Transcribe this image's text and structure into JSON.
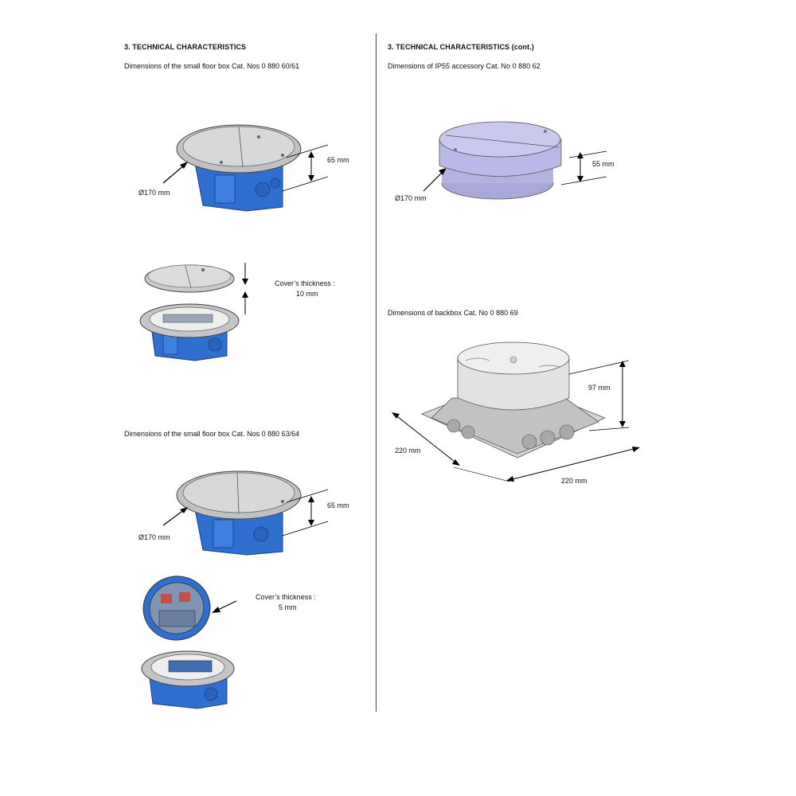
{
  "left": {
    "heading": "3. TECHNICAL CHARACTERISTICS",
    "caption1": "Dimensions of the small floor box Cat. Nos 0 880 60/61",
    "fig1": {
      "diameter": "Ø170 mm",
      "height": "65 mm"
    },
    "fig2": {
      "cover_line1": "Cover’s thickness :",
      "cover_line2": "10 mm"
    },
    "caption2": "Dimensions of the small floor box Cat. Nos 0 880 63/64",
    "fig3": {
      "diameter": "Ø170 mm",
      "height": "65 mm"
    },
    "fig4": {
      "cover_line1": "Cover’s thickness :",
      "cover_line2": "5 mm"
    }
  },
  "right": {
    "heading": "3. TECHNICAL CHARACTERISTICS (cont.)",
    "caption1": "Dimensions of IP55 accessory  Cat. No 0 880 62",
    "fig5": {
      "diameter": "Ø170 mm",
      "height": "55 mm"
    },
    "caption2": "Dimensions of backbox  Cat. No 0 880 69",
    "fig6": {
      "height": "97 mm",
      "width_left": "220 mm",
      "width_right": "220 mm"
    }
  },
  "colors": {
    "box_blue": "#2f6fd0",
    "lid_grey": "#cfd1d3",
    "accessory_lavender": "#b9b8e6",
    "backbox_grey": "#d9d9d9"
  }
}
